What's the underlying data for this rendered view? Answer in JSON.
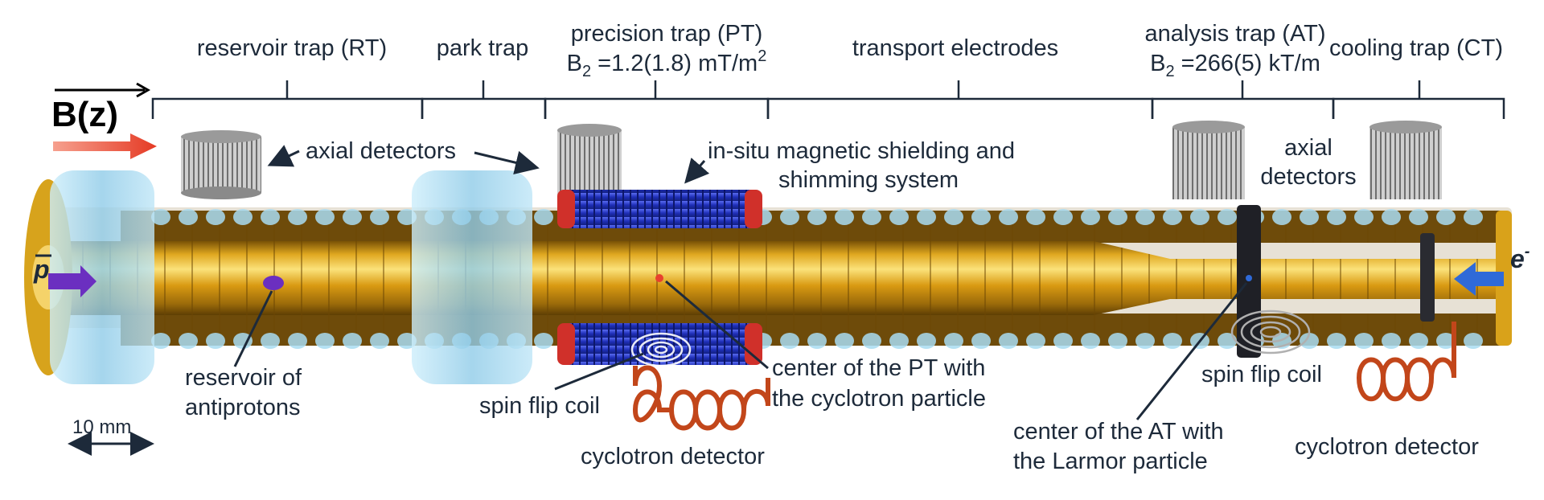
{
  "sections": {
    "reservoir": "reservoir trap (RT)",
    "park": "park trap",
    "precision": "precision trap (PT)",
    "precision_b2_prefix": "B",
    "precision_b2_sub": "2",
    "precision_b2_value": " =1.2(1.8) mT/m",
    "precision_b2_sup": "2",
    "transport": "transport electrodes",
    "analysis": "analysis trap (AT)",
    "analysis_b2_prefix": "B",
    "analysis_b2_sub": "2",
    "analysis_b2_value": " =266(5) kT/m",
    "cooling": "cooling trap (CT)"
  },
  "field": {
    "label": "B(z)"
  },
  "labels": {
    "axial_detectors_left": "axial detectors",
    "in_situ_line1": "in-situ magnetic shielding and",
    "in_situ_line2": "shimming system",
    "axial_right_line1": "axial",
    "axial_right_line2": "detectors",
    "pbar": "p",
    "electron": "e",
    "electron_sup": "-",
    "reservoir_line1": "reservoir of",
    "reservoir_line2": "antiprotons",
    "scale": "10 mm",
    "spin_flip_left": "spin flip coil",
    "cyclotron_left": "cyclotron detector",
    "center_pt_line1": "center of the PT with",
    "center_pt_line2": "the cyclotron particle",
    "center_at_line1": "center of the AT with",
    "center_at_line2": "the Larmor particle",
    "spin_flip_right": "spin flip coil",
    "cyclotron_right": "cyclotron detector"
  },
  "colors": {
    "gold": "#d9a21a",
    "gold_dark": "#9a6a0a",
    "gold_light": "#f7dc6a",
    "ring_blue": "#9fd7f0",
    "coil_blue": "#2438c8",
    "coil_red": "#d0302a",
    "copper": "#c2461a",
    "arrow_red": "#e8402e",
    "antiproton": "#6b2fc0",
    "electron": "#2f6ad8"
  }
}
